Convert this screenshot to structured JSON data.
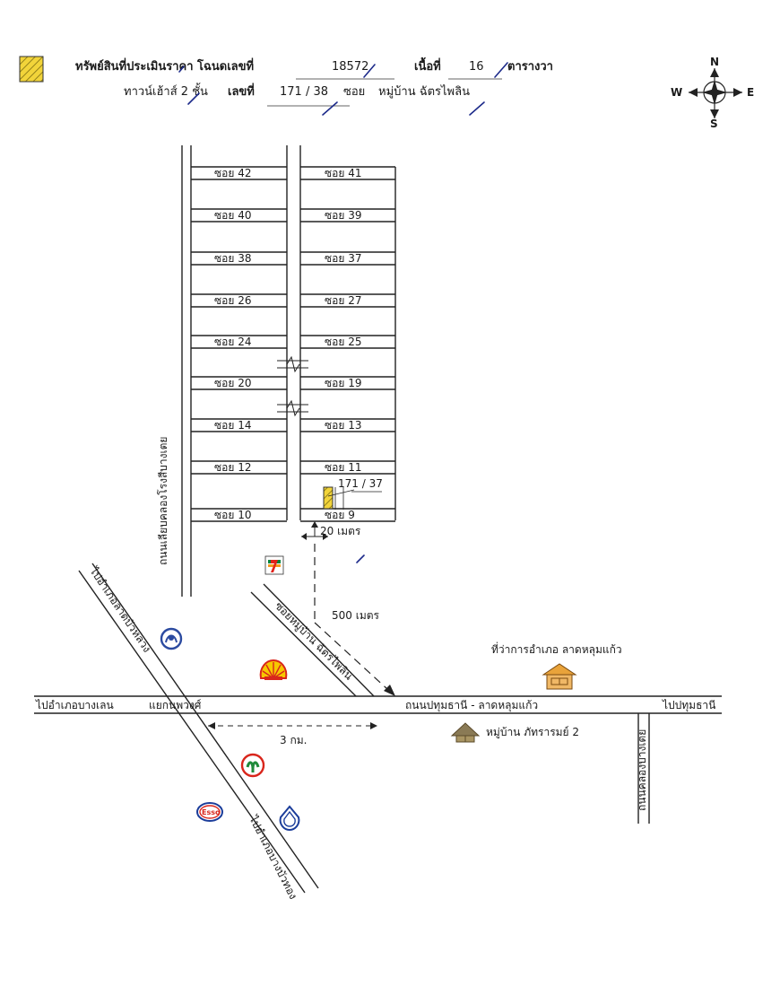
{
  "header": {
    "line1_label": "ทรัพย์สินที่ประเมินราคา โฉนดเลขที่",
    "deed_no": "18572",
    "area_label": "เนื้อที่",
    "area_value": "16",
    "area_unit": "ตารางวา",
    "line2_type": "ทาวน์เฮ้าส์ 2 ชั้น",
    "house_no_label": "เลขที่",
    "house_no": "171 / 38",
    "soi_label": "ซอย",
    "village": "หมู่บ้าน ฉัตรไพลิน"
  },
  "compass": {
    "n": "N",
    "s": "S",
    "e": "E",
    "w": "W"
  },
  "legend_color": "#f2d43a",
  "soi_left": [
    "ซอย 42",
    "ซอย 40",
    "ซอย 38",
    "ซอย 26",
    "ซอย 24",
    "ซอย 20",
    "ซอย 14",
    "ซอย 12",
    "ซอย 10"
  ],
  "soi_right": [
    "ซอย 41",
    "ซอย 39",
    "ซอย 37",
    "ซอย 27",
    "ซอย 25",
    "ซอย 19",
    "ซอย 13",
    "ซอย 11",
    "ซอย 9"
  ],
  "labels": {
    "plot": "171 / 37",
    "dist_20": "20 เมตร",
    "dist_500": "500 เมตร",
    "dist_3km": "3 กม.",
    "left_vertical_road": "ถนนเลียบคลองโรงสีบางเตย",
    "diag_left_upper": "ไปอำเภอลาดบัวหลวง",
    "diag_left_lower": "ไปอำเภอบางบัวทอง",
    "diag_soi": "ซอยหมู่บ้าน ฉัตรไพลิน",
    "district_office": "ที่ว่าการอำเภอ ลาดหลุมแก้ว",
    "to_banglen": "ไปอำเภอบางเลน",
    "junction": "แยกนพวงศ์",
    "main_road": "ถนนปทุมธานี - ลาดหลุมแก้ว",
    "to_pathum": "ไปปทุมธานี",
    "right_vertical_road": "ถนนคลองบางเตย",
    "village_2": "หมู่บ้าน ภัทรารมย์ 2"
  },
  "icons": {
    "seven_eleven": "seven-eleven-icon",
    "ptt": "ptt-station-icon",
    "shell": "shell-station-icon",
    "pt": "pt-station-icon",
    "esso": "esso-station-icon",
    "bangchak": "bangchak-station-icon",
    "office": "district-office-icon",
    "village": "village-house-icon"
  },
  "brand_colors": {
    "seven_red": "#e2231a",
    "seven_green": "#00843d",
    "shell_red": "#d9261c",
    "shell_yellow": "#f7c800",
    "esso_blue": "#1b3d9a",
    "ptt_blue": "#2b4aa0"
  }
}
